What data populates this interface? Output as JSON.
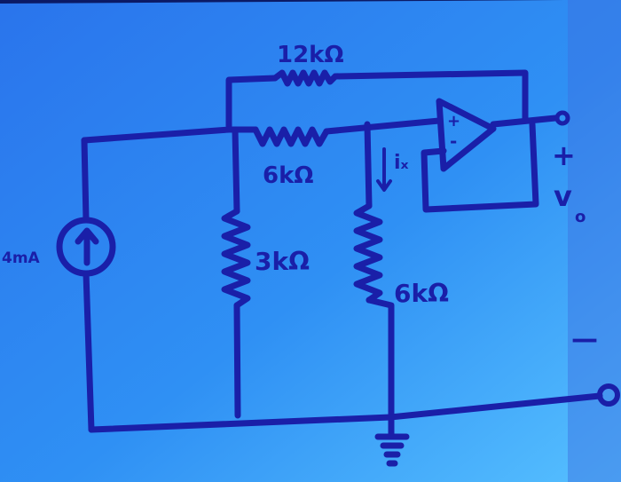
{
  "components": {
    "current_source": {
      "label": "4mA",
      "arrow": "↑"
    },
    "r_top": {
      "label": "12kΩ"
    },
    "r_series": {
      "label": "6kΩ"
    },
    "r_shunt_left": {
      "label": "3kΩ"
    },
    "r_shunt_right": {
      "label": "6kΩ"
    },
    "current_ix": {
      "label": "iₓ"
    },
    "opamp": {
      "plus": "+",
      "minus": "-"
    },
    "output": {
      "plus": "+",
      "v": "v",
      "sub": "o",
      "minus": "—"
    }
  },
  "colors": {
    "ink": "#1a1fa8",
    "board": "#2f8cf0",
    "board_light": "#55b8ff",
    "background": "#0b1a66"
  }
}
